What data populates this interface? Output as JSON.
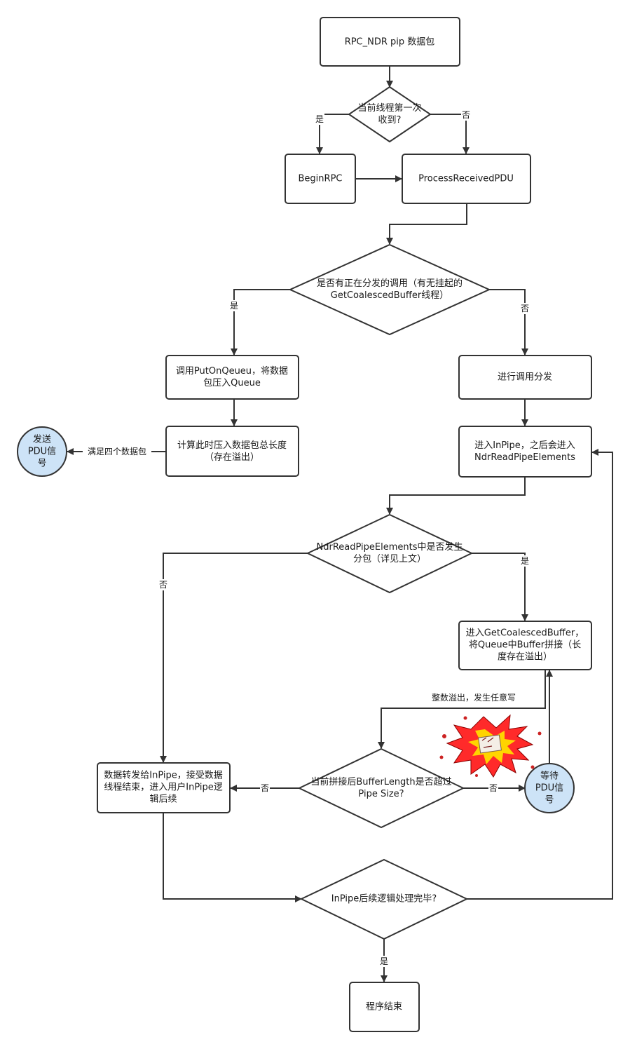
{
  "nodes": {
    "start": [
      "RPC_NDR pip 数据包"
    ],
    "first_recv": [
      "当前线程第一次",
      "收到?"
    ],
    "begin_rpc": [
      "BeginRPC"
    ],
    "process_pdu": [
      "ProcessReceivedPDU"
    ],
    "dispatching": [
      "是否有正在分发的调用（有无挂起的",
      "GetCoalescedBuffer线程）"
    ],
    "put_on_queue": [
      "调用PutOnQeueu，将数据",
      "包压入Queue"
    ],
    "calc_length": [
      "计算此时压入数据包总长度",
      "（存在溢出）"
    ],
    "send_pdu": [
      "发送",
      "PDU信",
      "号"
    ],
    "do_dispatch": [
      "进行调用分发"
    ],
    "enter_inpipe": [
      "进入InPipe，之后会进入",
      "NdrReadPipeElements"
    ],
    "split_check": [
      "NdrReadPipeElements中是否发生",
      "分包（详见上文）"
    ],
    "get_coalesced": [
      "进入GetCoalescedBuffer，",
      "将Queue中Buffer拼接（长",
      "度存在溢出）"
    ],
    "exceed_check": [
      "当前拼接后BufferLength是否超过",
      "Pipe Size?"
    ],
    "wait_pdu": [
      "等待",
      "PDU信",
      "号"
    ],
    "forward_data": [
      "数据转发给InPipe，接受数据",
      "线程结束，进入用户InPipe逻",
      "辑后续"
    ],
    "inpipe_done": [
      "InPipe后续逻辑处理完毕?"
    ],
    "end": [
      "程序结束"
    ]
  },
  "edge_labels": {
    "first_yes": "是",
    "first_no": "否",
    "dispatch_yes": "是",
    "dispatch_no": "否",
    "four_packets": "满足四个数据包",
    "split_yes": "是",
    "split_no": "否",
    "overflow_note": "整数溢出，发生任意写",
    "exceed_no_left": "否",
    "exceed_no_right": "否",
    "done_yes": "是"
  },
  "colors": {
    "stroke": "#333333",
    "circle_fill": "#cde3f7",
    "explosion_outer": "#ff2a2a",
    "explosion_inner": "#ffd400"
  }
}
